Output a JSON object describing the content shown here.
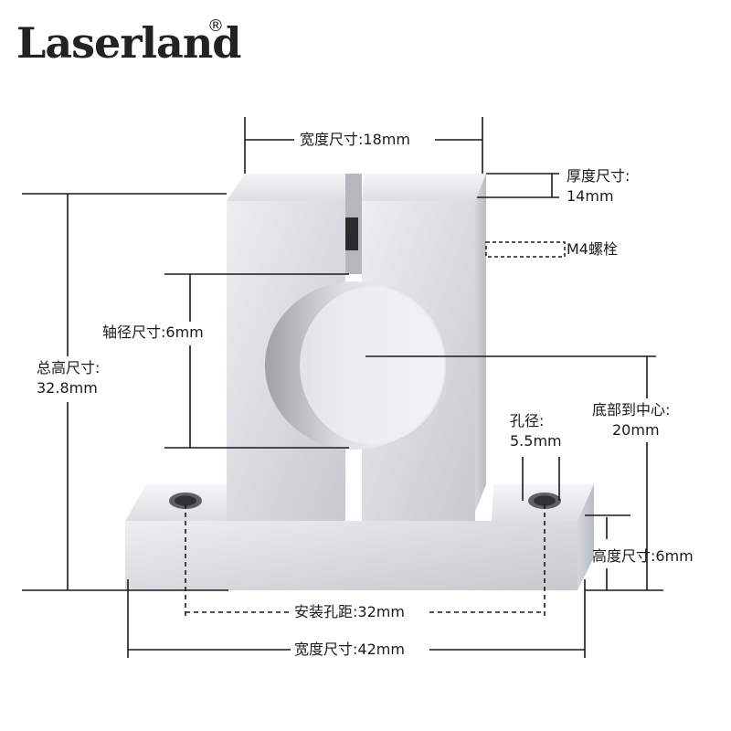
{
  "brand": {
    "logo_text": "Laserland",
    "registered_mark": "®"
  },
  "labels": {
    "top_width": "宽度尺寸:18mm",
    "thickness_title": "厚度尺寸:",
    "thickness_value": "14mm",
    "bolt": "M4螺栓",
    "shaft_diameter": "轴径尺寸:6mm",
    "total_height_title": "总高尺寸:",
    "total_height_value": "32.8mm",
    "hole_title": "孔径:",
    "hole_value": "5.5mm",
    "center_title": "底部到中心:",
    "center_value": "20mm",
    "base_height": "高度尺寸:6mm",
    "hole_spacing": "安装孔距:32mm",
    "base_width": "宽度尺寸:42mm"
  },
  "colors": {
    "metal_light": "#e6e7e9",
    "metal_mid": "#cfd1d4",
    "metal_dark": "#a9acb0",
    "line": "#1a1a1a"
  }
}
